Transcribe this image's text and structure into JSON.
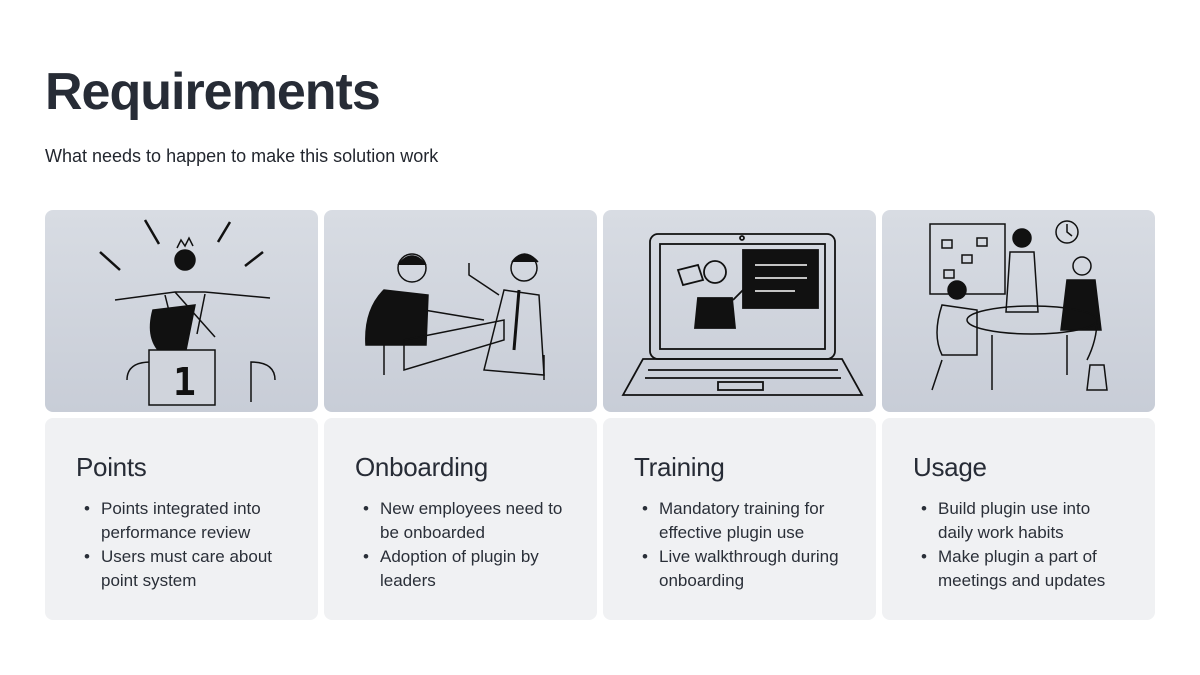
{
  "title": "Requirements",
  "subtitle": "What needs to happen to make this solution work",
  "cards": [
    {
      "heading": "Points",
      "illustration": "winner-podium-illustration",
      "podium_number": "1",
      "bullets": [
        "Points integrated into performance review",
        "Users must care about point system"
      ]
    },
    {
      "heading": "Onboarding",
      "illustration": "handshake-illustration",
      "bullets": [
        "New employees need to be onboarded",
        "Adoption of plugin by leaders"
      ]
    },
    {
      "heading": "Training",
      "illustration": "laptop-training-illustration",
      "bullets": [
        "Mandatory training for effective plugin use",
        "Live walkthrough during onboarding"
      ]
    },
    {
      "heading": "Usage",
      "illustration": "team-meeting-illustration",
      "bullets": [
        "Build plugin use into daily work habits",
        "Make plugin a part of meetings and updates"
      ]
    }
  ]
}
